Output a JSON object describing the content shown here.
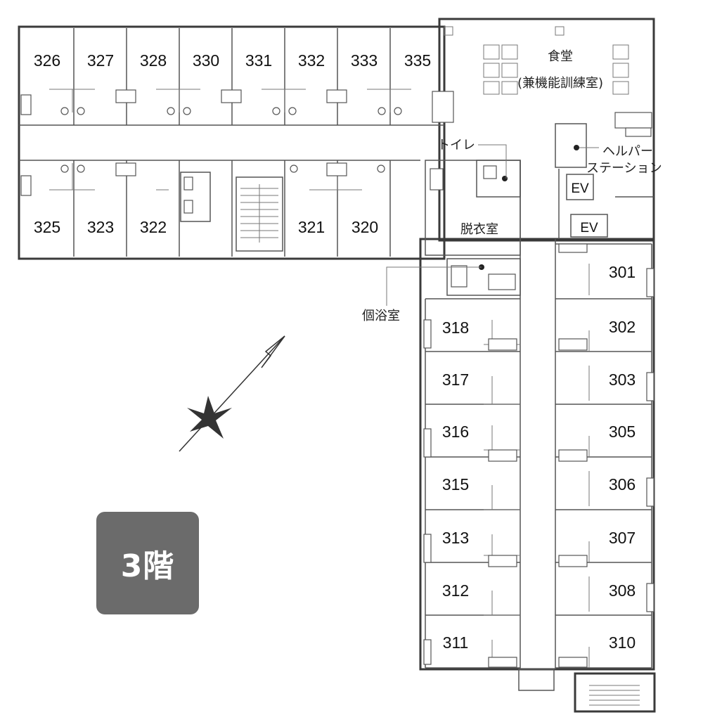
{
  "floor_badge": "3階",
  "rooms_north": [
    "326",
    "327",
    "328",
    "330",
    "331",
    "332",
    "333",
    "335"
  ],
  "rooms_south_left": [
    "325",
    "323",
    "322"
  ],
  "rooms_south_mid": [
    "321",
    "320"
  ],
  "rooms_east_west_column": [
    "318",
    "317",
    "316",
    "315",
    "313",
    "312",
    "311"
  ],
  "rooms_east_east_column": [
    "301",
    "302",
    "303",
    "305",
    "306",
    "307",
    "308",
    "310"
  ],
  "labels": {
    "dining_line1": "食堂",
    "dining_line2": "(兼機能訓練室)",
    "toilet": "トイレ",
    "helper_line1": "ヘルパー",
    "helper_line2": "ステーション",
    "changing_room": "脱衣室",
    "private_bath": "個浴室",
    "ev_upper": "EV",
    "ev_lower": "EV"
  },
  "colors": {
    "badge": "#6b6b6b",
    "wall": "#3a3a3a",
    "compass": "#333333"
  }
}
